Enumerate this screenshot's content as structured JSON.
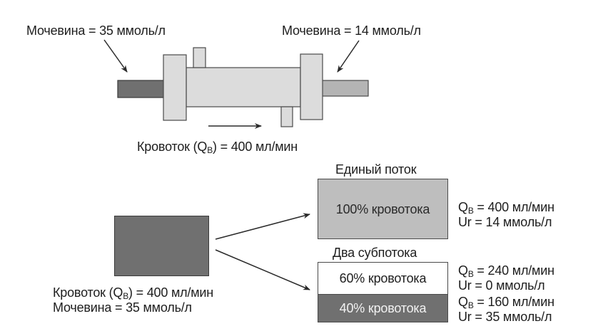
{
  "dialyzer": {
    "inlet_label": "Мочевина = 35 ммоль/л",
    "outlet_label": "Мочевина = 14 ммоль/л",
    "flow_label_prefix": "Кровоток (Q",
    "flow_label_sub": "B",
    "flow_label_suffix": ") = 400 мл/мин"
  },
  "source": {
    "flow_prefix": "Кровоток (Q",
    "flow_sub": "B",
    "flow_suffix": ") = 400 мл/мин",
    "urea": "Мочевина = 35 ммоль/л"
  },
  "single_flow": {
    "title": "Единый поток",
    "box_label": "100% кровотока",
    "qb_prefix": "Q",
    "qb_sub": "B",
    "qb_value": " = 400 мл/мин",
    "ur": "Ur = 14 ммоль/л"
  },
  "two_subflows": {
    "title": "Два субпотока",
    "sub1": {
      "box_label": "60% кровотока",
      "qb_prefix": "Q",
      "qb_sub": "B",
      "qb_value": " = 240 мл/мин",
      "ur": "Ur = 0 ммоль/л"
    },
    "sub2": {
      "box_label": "40% кровотока",
      "qb_prefix": "Q",
      "qb_sub": "B",
      "qb_value": " = 160 мл/мин",
      "ur": "Ur = 35 ммоль/л"
    }
  },
  "colors": {
    "dark_gray": "#707070",
    "light_gray": "#bebebe",
    "housing_gray": "#dcdcdc",
    "outlet_gray": "#b4b4b4"
  }
}
